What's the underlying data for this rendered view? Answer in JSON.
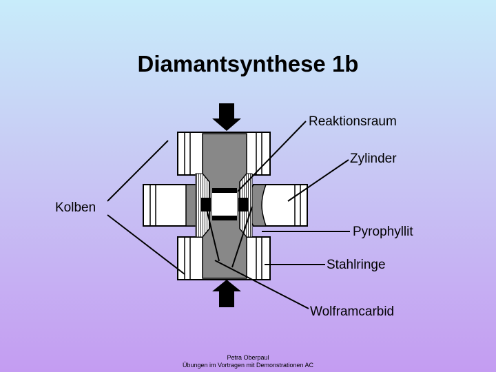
{
  "slide": {
    "title": "Diamantsynthese 1b",
    "labels": {
      "reaktionsraum": "Reaktionsraum",
      "zylinder": "Zylinder",
      "kolben": "Kolben",
      "pyrophyllit": "Pyrophyllit",
      "stahlringe": "Stahlringe",
      "wolframcarbid": "Wolframcarbid"
    },
    "footer": {
      "line1": "Petra Oberpaul",
      "line2": "Übungen im Vortragen mit Demonstrationen AC"
    }
  },
  "colors": {
    "gradient_top": "#c8ecfa",
    "gradient_bottom": "#c49cf2",
    "tungsten_carbide": "#888888",
    "outline": "#000000",
    "steel_ring_fill": "#ffffff"
  }
}
